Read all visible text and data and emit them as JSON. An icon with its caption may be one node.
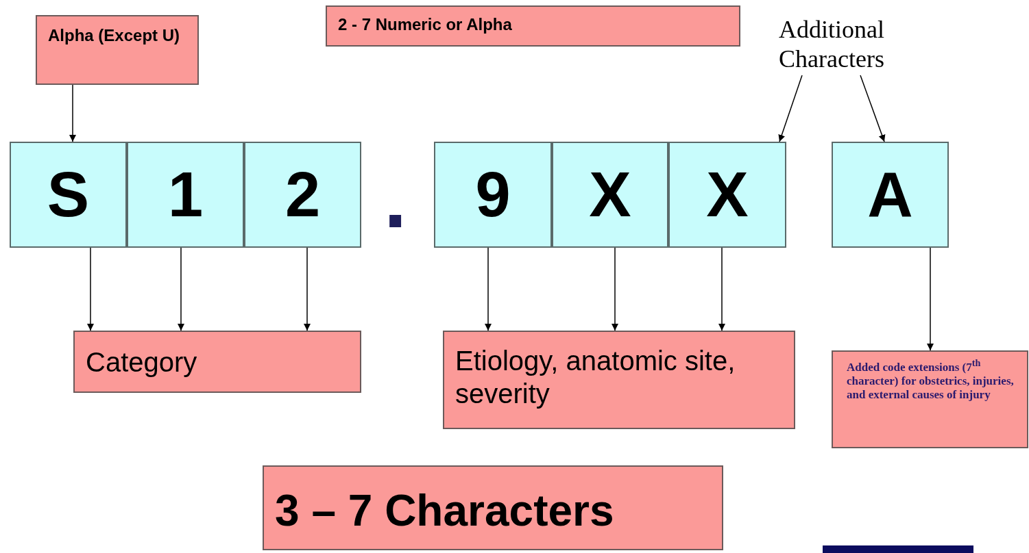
{
  "diagram": {
    "nodes": [
      {
        "text": [
          "Alpha (Except U)"
        ]
      },
      {
        "text": [
          "2 - 7 Numeric or Alpha"
        ]
      },
      {
        "text": [
          "Additional Characters"
        ]
      },
      {
        "text": [
          "S"
        ]
      },
      {
        "text": [
          "1"
        ]
      },
      {
        "text": [
          "2"
        ]
      },
      {
        "text": [
          "9"
        ]
      },
      {
        "text": [
          "X"
        ]
      },
      {
        "text": [
          "X"
        ]
      },
      {
        "text": [
          "A"
        ]
      },
      {
        "text": [
          "Category"
        ]
      },
      {
        "text": [
          "Etiology, anatomic site, severity"
        ]
      },
      {
        "text": [
          "Added code extensions (7$^{th}$ character) for obstetrics, injuries, and external causes of injury"
        ]
      },
      {
        "text": [
          "3 – 7 Characters"
        ]
      }
    ],
    "edges": [
      {
        "from": 0,
        "to": 3,
        "arrow": "to"
      },
      {
        "from": 2,
        "to": 8,
        "arrow": "to"
      },
      {
        "from": 2,
        "to": 9,
        "arrow": "to"
      },
      {
        "from": 3,
        "to": 10,
        "arrow": "to"
      },
      {
        "from": 4,
        "to": 10,
        "arrow": "to"
      },
      {
        "from": 5,
        "to": 10,
        "arrow": "to"
      },
      {
        "from": 6,
        "to": 11,
        "arrow": "to"
      },
      {
        "from": 7,
        "to": 11,
        "arrow": "to"
      },
      {
        "from": 8,
        "to": 11,
        "arrow": "to"
      },
      {
        "from": 9,
        "to": 12,
        "arrow": "to"
      }
    ],
    "labels": [
      "."
    ]
  }
}
